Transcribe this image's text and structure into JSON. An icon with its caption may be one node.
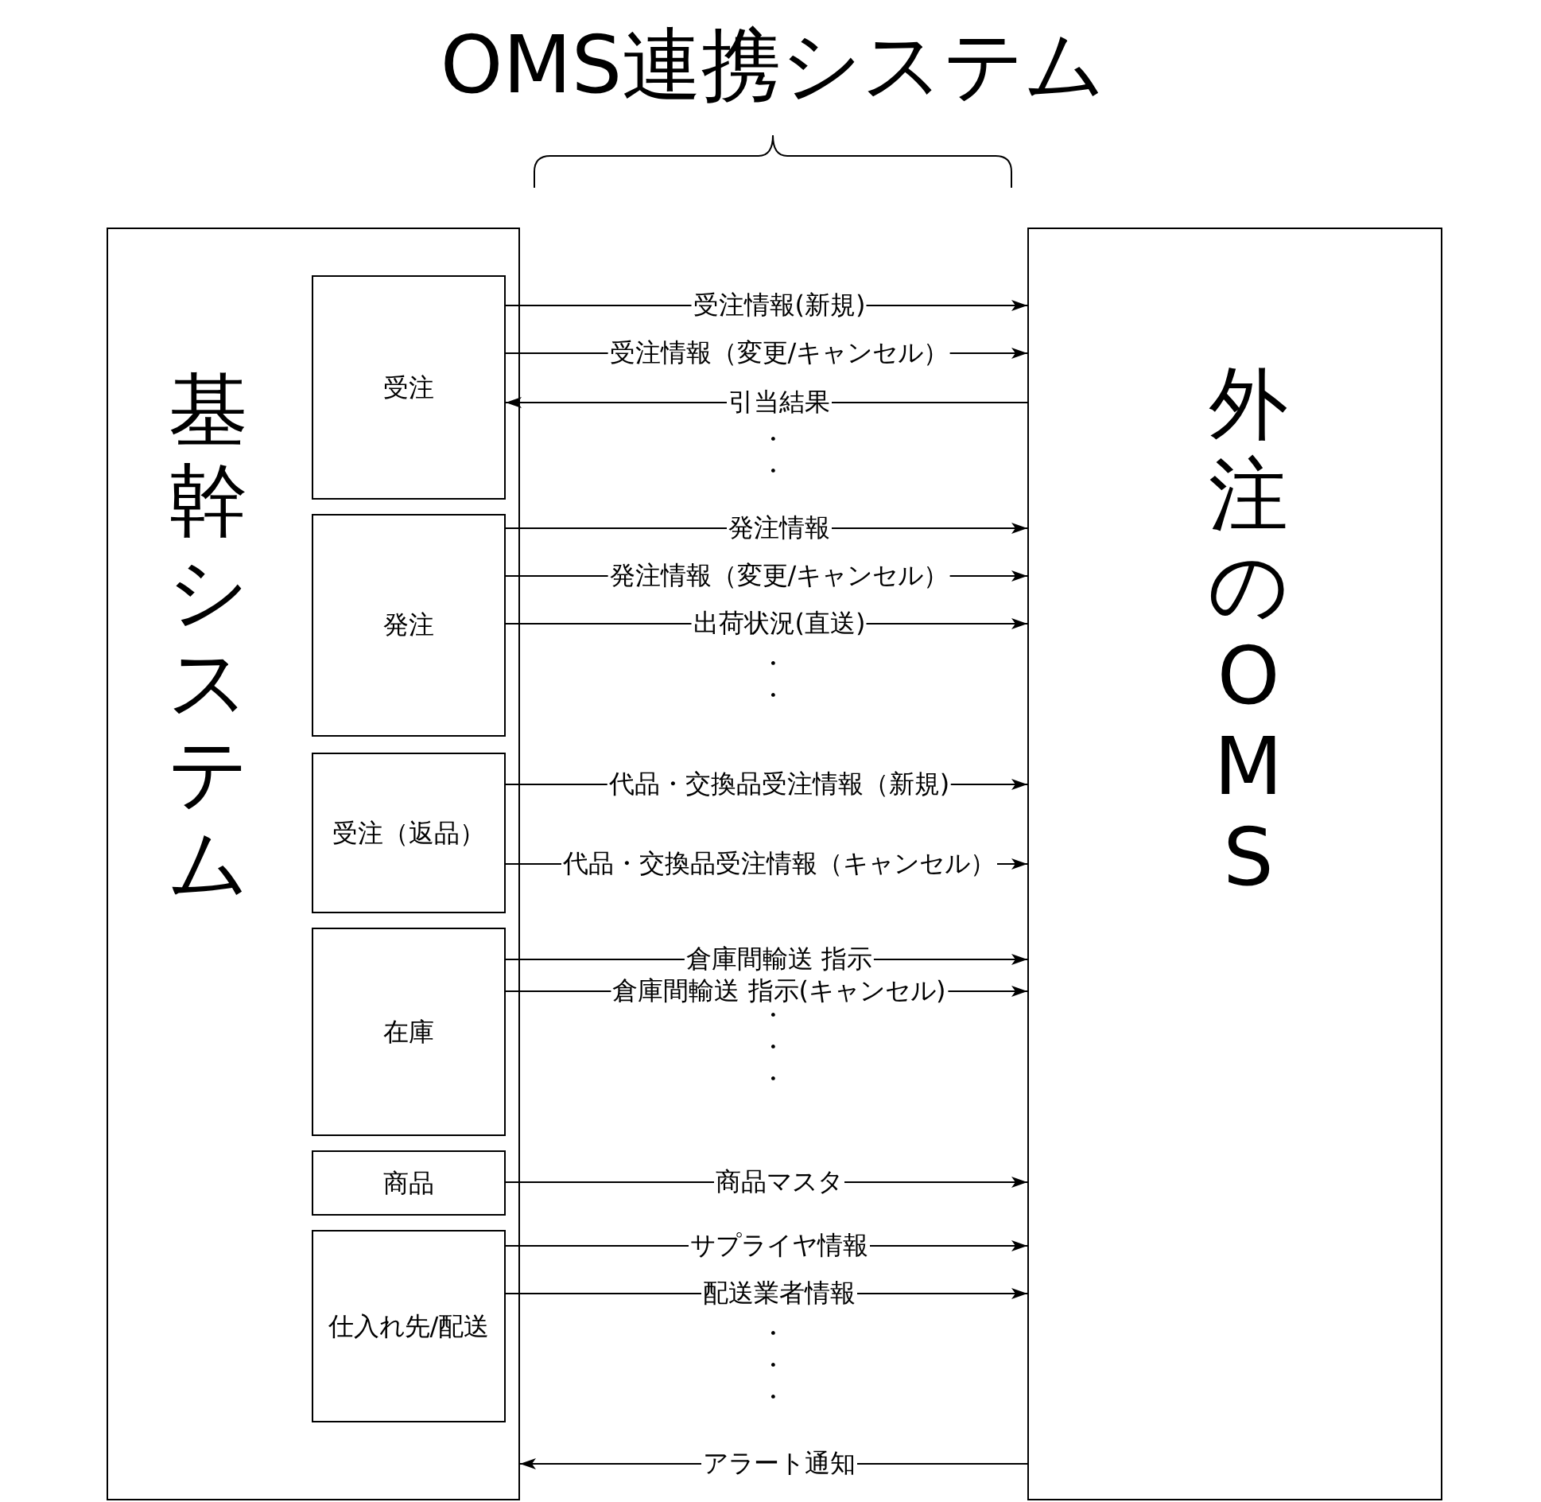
{
  "diagram": {
    "title": "OMS連携システム",
    "nodes": [
      {
        "text": [
          "基幹システム"
        ]
      },
      {
        "text": [
          "受注"
        ],
        "in": 0
      },
      {
        "text": [
          "発注"
        ],
        "in": 0
      },
      {
        "text": [
          "受注（返品）"
        ],
        "in": 0
      },
      {
        "text": [
          "在庫"
        ],
        "in": 0
      },
      {
        "text": [
          "商品"
        ],
        "in": 0
      },
      {
        "text": [
          "仕入れ先/配送"
        ],
        "in": 0
      },
      {
        "text": [
          "外注のOMS"
        ]
      }
    ],
    "edges": [
      {
        "from": 1,
        "to": 7,
        "arrow": "to",
        "label": "受注情報(新規)"
      },
      {
        "from": 1,
        "to": 7,
        "arrow": "to",
        "label": "受注情報（変更/キャンセル）"
      },
      {
        "from": 7,
        "to": 1,
        "arrow": "to",
        "label": "引当結果"
      },
      {
        "from": 2,
        "to": 7,
        "arrow": "to",
        "label": "発注情報"
      },
      {
        "from": 2,
        "to": 7,
        "arrow": "to",
        "label": "発注情報（変更/キャンセル）"
      },
      {
        "from": 2,
        "to": 7,
        "arrow": "to",
        "label": "出荷状況(直送)"
      },
      {
        "from": 3,
        "to": 7,
        "arrow": "to",
        "label": "代品・交換品受注情報（新規)"
      },
      {
        "from": 3,
        "to": 7,
        "arrow": "to",
        "label": "代品・交換品受注情報（キャンセル）"
      },
      {
        "from": 4,
        "to": 7,
        "arrow": "to",
        "label": "倉庫間輸送 指示"
      },
      {
        "from": 4,
        "to": 7,
        "arrow": "to",
        "label": "倉庫間輸送 指示(キャンセル)"
      },
      {
        "from": 5,
        "to": 7,
        "arrow": "to",
        "label": "商品マスタ"
      },
      {
        "from": 6,
        "to": 7,
        "arrow": "to",
        "label": "サプライヤ情報"
      },
      {
        "from": 6,
        "to": 7,
        "arrow": "to",
        "label": "配送業者情報"
      },
      {
        "from": 7,
        "to": 0,
        "arrow": "to",
        "label": "アラート通知"
      }
    ],
    "labels": [
      "・・",
      "・・",
      "・・・",
      "・・・"
    ]
  }
}
